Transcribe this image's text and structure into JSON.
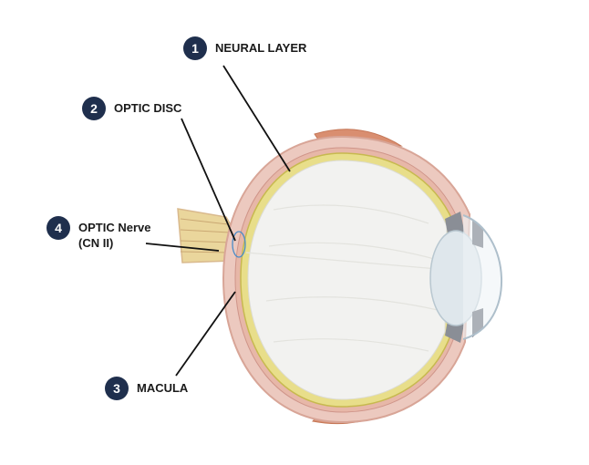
{
  "labels": {
    "neural_layer": {
      "number": "1",
      "text": "NEURAL LAYER"
    },
    "optic_disc": {
      "number": "2",
      "text": "OPTIC DISC"
    },
    "macula": {
      "number": "3",
      "text": "MACULA"
    },
    "optic_nerve": {
      "number": "4",
      "line1": "OPTIC Nerve",
      "line2": "(CN II)"
    }
  },
  "colors": {
    "badge": "#1f2f4d",
    "sclera": "#ecc9bf",
    "retina": "#e8de8a",
    "vitreous": "#f2f2f0",
    "muscle": "#d98e70",
    "nerve": "#ead69c"
  }
}
